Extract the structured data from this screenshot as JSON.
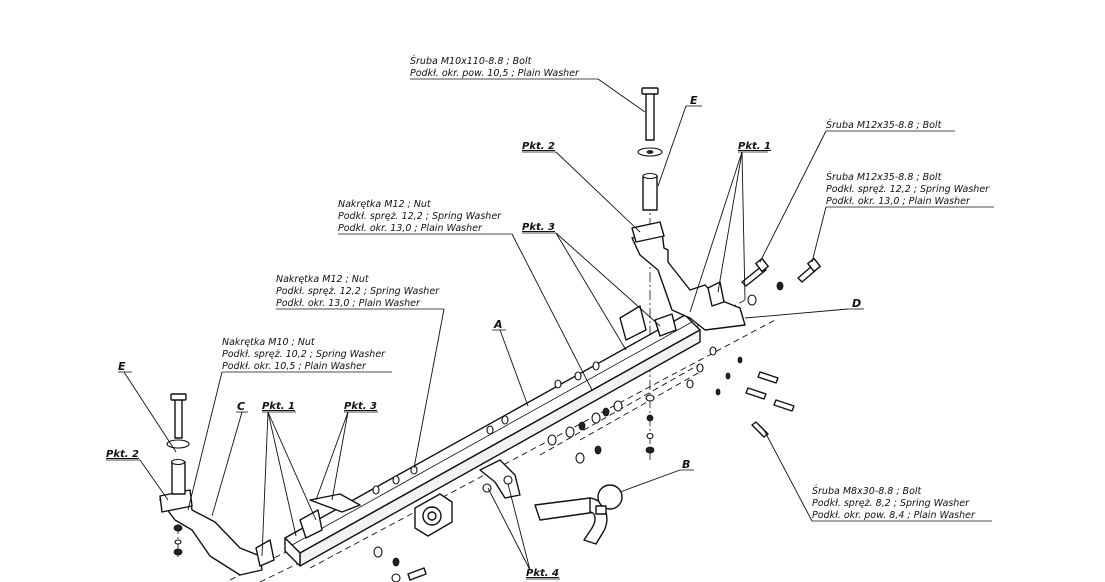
{
  "callouts": {
    "top_bolt": [
      "Śruba M10x110-8.8  ;  Bolt",
      "Podkł. okr. pow.  10,5 ;  Plain Washer"
    ],
    "right_bolt_1": [
      "Śruba M12x35-8.8  ;  Bolt"
    ],
    "right_bolt_2": [
      "Śruba M12x35-8.8  ;  Bolt",
      "Podkł. spręż. 12,2 ; Spring Washer",
      "Podkł. okr. 13,0 ;  Plain Washer"
    ],
    "nut_m12_upper": [
      "Nakrętka  M12 ; Nut",
      "Podkł. spręż. 12,2 ; Spring Washer",
      "Podkł. okr. 13,0 ;  Plain Washer"
    ],
    "nut_m12_lower": [
      "Nakrętka  M12 ; Nut",
      "Podkł. spręż. 12,2 ; Spring Washer",
      "Podkł. okr. 13,0 ;  Plain Washer"
    ],
    "nut_m10": [
      "Nakrętka  M10 ; Nut",
      "Podkł. spręż. 10,2 ; Spring Washer",
      "Podkł. okr. 10,5 ;  Plain Washer"
    ],
    "bottom_bolt": [
      "Śruba M8x30-8.8  ;  Bolt",
      "Podkł. spręż. 8,2 ; Spring Washer",
      "Podkł. okr. pow.  8,4 ;  Plain Washer"
    ]
  },
  "refs": {
    "pkt1_right": "Pkt. 1",
    "pkt2_right": "Pkt. 2",
    "pkt3_right": "Pkt. 3",
    "pkt1_left": "Pkt. 1",
    "pkt2_left": "Pkt. 2",
    "pkt3_left": "Pkt. 3",
    "pkt4": "Pkt. 4"
  },
  "letters": {
    "e_right": "E",
    "e_left": "E",
    "a": "A",
    "b": "B",
    "c": "C",
    "d": "D"
  }
}
